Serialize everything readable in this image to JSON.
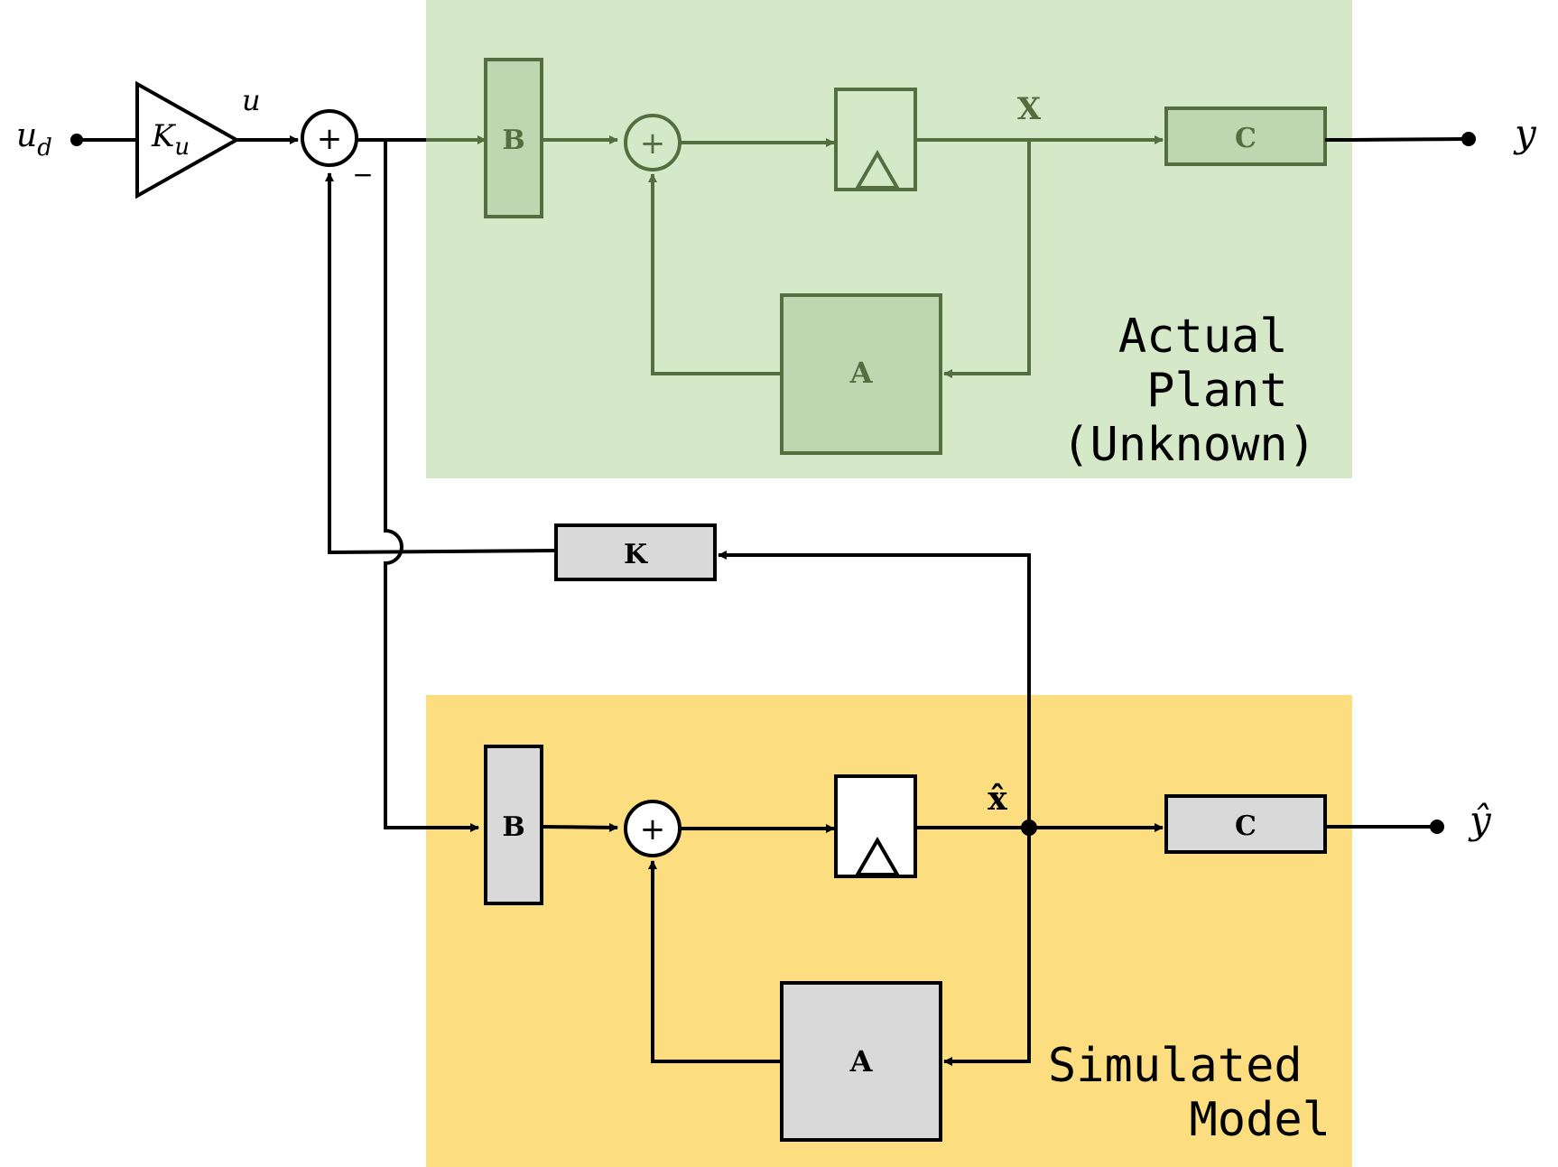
{
  "signals": {
    "u_d": "u",
    "u_d_sub": "d",
    "u": "u",
    "y": "y",
    "y_hat": "ŷ",
    "x": "X",
    "x_hat": "x̂",
    "minus": "−",
    "plus": "+"
  },
  "gain": {
    "label": "K",
    "sub": "u"
  },
  "plant": {
    "title_lines": [
      "Actual",
      "Plant",
      "(Unknown)"
    ],
    "blocks": {
      "b": "B",
      "a": "A",
      "c": "C"
    }
  },
  "model": {
    "title_lines": [
      "Simulated",
      "Model"
    ],
    "blocks": {
      "b": "B",
      "a": "A",
      "c": "C"
    }
  },
  "feedback": {
    "k": "K"
  },
  "colors": {
    "plant_bg": "#d5e8c8",
    "plant_block": "#c0d6b0",
    "plant_line": "#546e40",
    "model_bg": "#fcdd80",
    "model_block": "#d9d9d9",
    "line": "#000000"
  }
}
